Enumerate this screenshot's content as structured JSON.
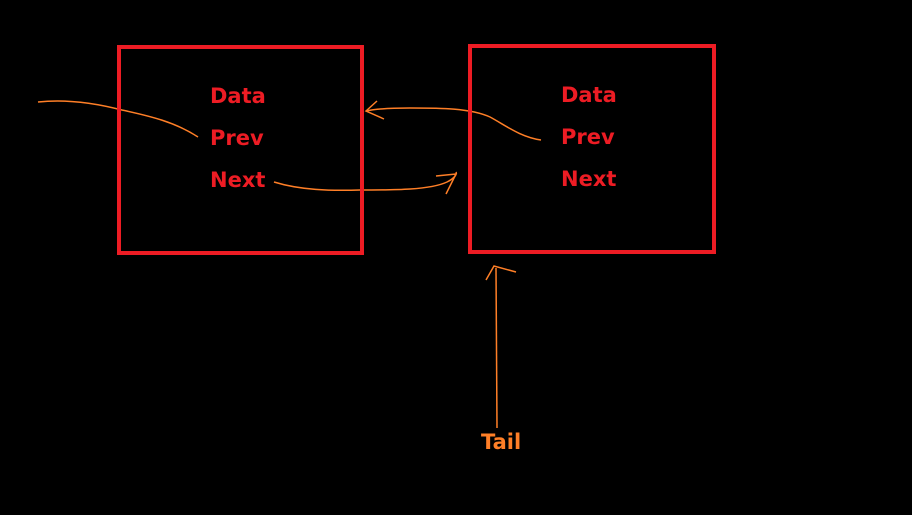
{
  "nodes": [
    {
      "fields": {
        "data": "Data",
        "prev": "Prev",
        "next": "Next"
      }
    },
    {
      "fields": {
        "data": "Data",
        "prev": "Prev",
        "next": "Next"
      }
    }
  ],
  "tail": {
    "label": "Tail"
  },
  "colors": {
    "node_border": "#ed1c24",
    "node_text": "#ed1c24",
    "arrows": "#ff7f27",
    "tail_text": "#ff7f27",
    "background": "#000000"
  }
}
